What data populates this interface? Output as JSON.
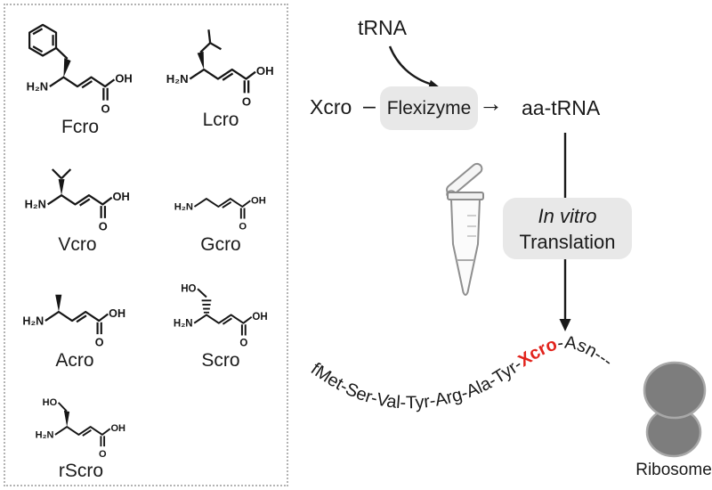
{
  "panel": {
    "compounds": [
      {
        "id": "fcro",
        "label": "Fcro"
      },
      {
        "id": "lcro",
        "label": "Lcro"
      },
      {
        "id": "vcro",
        "label": "Vcro"
      },
      {
        "id": "gcro",
        "label": "Gcro"
      },
      {
        "id": "acro",
        "label": "Acro"
      },
      {
        "id": "scro",
        "label": "Scro"
      },
      {
        "id": "rscro",
        "label": "rScro"
      }
    ]
  },
  "atoms": {
    "h2n": "H₂N",
    "oh": "OH",
    "o": "O",
    "ho": "HO"
  },
  "flow": {
    "trna_label": "tRNA",
    "substrate": "Xcro",
    "connector": "–",
    "enzyme": "Flexizyme",
    "arrow_right": "→",
    "product": "aa-tRNA",
    "invitro_line1": "In vitro",
    "invitro_line2": "Translation"
  },
  "peptide": {
    "prefix": "fMet-Ser-Val-Tyr-Arg-Ala-Tyr-",
    "highlight": "Xcro",
    "suffix": "-Asn---"
  },
  "ribosome_label": "Ribosome",
  "colors": {
    "highlight": "#e2231c",
    "box-bg": "#e8e8e8",
    "ribosome-fill": "#7d7d7d",
    "ribosome-stroke": "#a8a8a8",
    "ink": "#161616"
  }
}
